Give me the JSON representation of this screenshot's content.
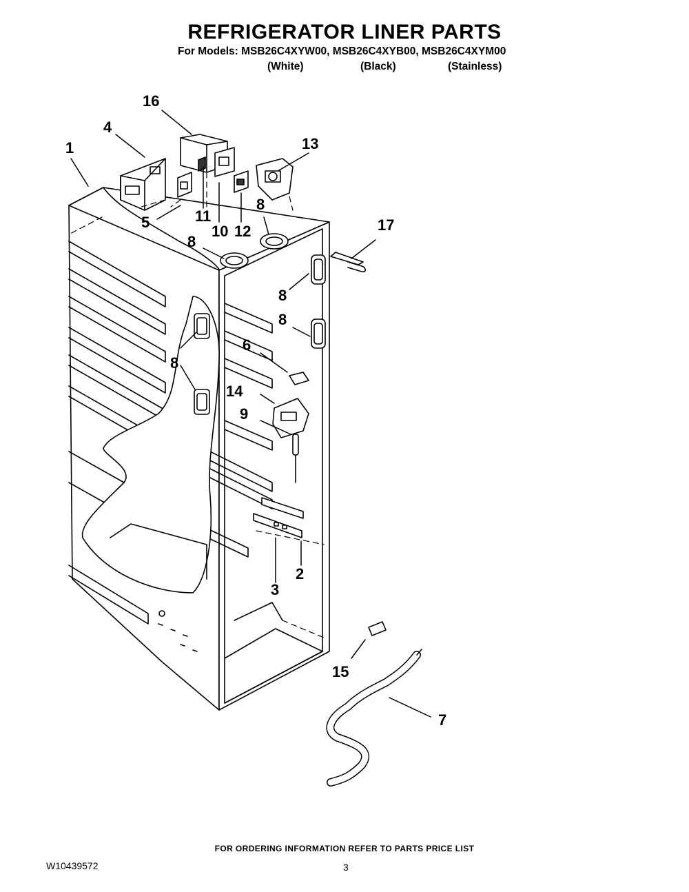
{
  "header": {
    "title": "REFRIGERATOR LINER PARTS",
    "models_line": "For Models: MSB26C4XYW00, MSB26C4XYB00, MSB26C4XYM00",
    "finishes": [
      "(White)",
      "(Black)",
      "(Stainless)"
    ]
  },
  "callouts": {
    "c1": "1",
    "c2": "2",
    "c3": "3",
    "c4": "4",
    "c5": "5",
    "c6": "6",
    "c7": "7",
    "c8a": "8",
    "c8b": "8",
    "c8c": "8",
    "c8d": "8",
    "c8e": "8",
    "c9": "9",
    "c10": "10",
    "c11": "11",
    "c12": "12",
    "c13": "13",
    "c14": "14",
    "c15": "15",
    "c16": "16",
    "c17": "17"
  },
  "footer": {
    "ordering_note": "FOR ORDERING INFORMATION REFER TO PARTS PRICE LIST",
    "document_number": "W10439572",
    "page_number": "3"
  }
}
